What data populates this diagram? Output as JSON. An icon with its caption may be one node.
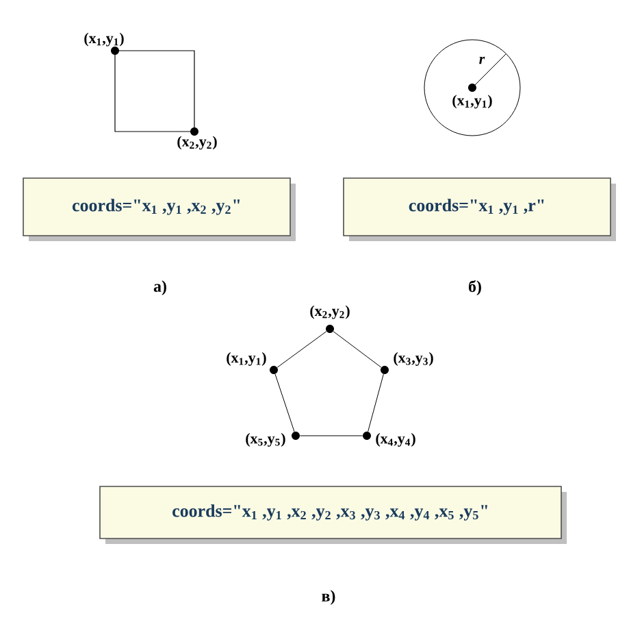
{
  "diagram": {
    "nodes": [
      {
        "text": [],
        "shape": "box",
        "beside": [
          "(x$_{1}$,y$_{1}$)",
          "(x$_{2}$,y$_{2}$)"
        ]
      },
      {
        "text": [
          "r",
          "(x$_{1}$,y$_{1}$)"
        ]
      },
      {
        "text": [
          "coords=\"x$_{1}$ ,y$_{1}$ ,x$_{2}$ ,y$_{2}$\""
        ]
      },
      {
        "text": [
          "coords=\"x$_{1}$ ,y$_{1}$ ,r\""
        ]
      },
      {
        "text": [],
        "shape": "dot",
        "beside": [
          "(x$_{1}$,y$_{1}$)"
        ]
      },
      {
        "text": [],
        "shape": "dot",
        "beside": [
          "(x$_{5}$,y$_{5}$)"
        ]
      },
      {
        "text": [],
        "shape": "dot",
        "beside": [
          "(x$_{2}$,y$_{2}$)"
        ]
      },
      {
        "text": [],
        "shape": "dot",
        "beside": [
          "(x$_{4}$,y$_{4}$)"
        ]
      },
      {
        "text": [],
        "shape": "dot",
        "beside": [
          "(x$_{3}$,y$_{3}$)"
        ]
      },
      {
        "text": [
          "coords=\"x$_{1}$ ,y$_{1}$ ,x$_{2}$ ,y$_{2}$ ,x$_{3}$ ,y$_{3}$ ,x$_{4}$ ,y$_{4}$ ,x$_{5}$ ,y$_{5}$\""
        ]
      }
    ],
    "edges": [
      {
        "from": 4,
        "to": 6,
        "arrow": "none"
      },
      {
        "from": 6,
        "to": 8,
        "arrow": "none"
      },
      {
        "from": 8,
        "to": 7,
        "arrow": "none"
      },
      {
        "from": 7,
        "to": 5,
        "arrow": "none"
      },
      {
        "from": 5,
        "to": 4,
        "arrow": "none"
      }
    ],
    "labels": [
      "а)",
      "б)",
      "в)"
    ]
  }
}
